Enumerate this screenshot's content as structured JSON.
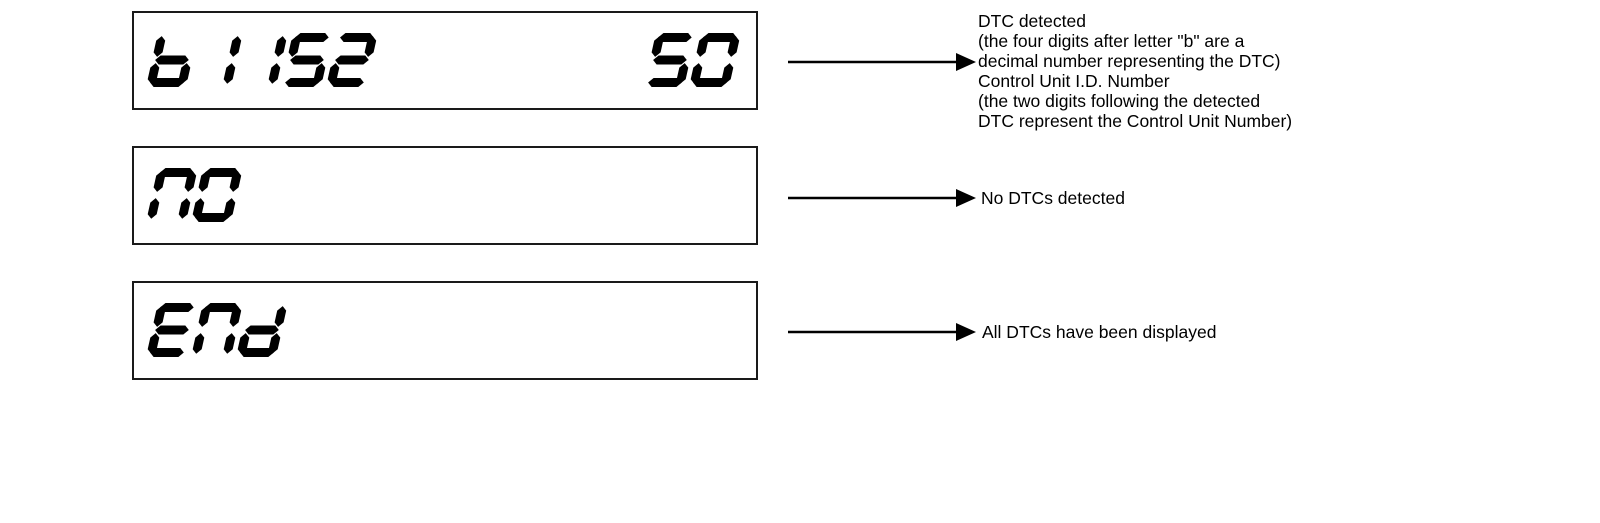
{
  "displays": [
    {
      "id": "dtc-detected",
      "left_text": "b1152",
      "right_text": "50",
      "caption_lines": [
        "DTC detected",
        "(the four digits after letter \"b\" are a",
        "decimal number representing the DTC)",
        "Control Unit I.D. Number",
        "(the two digits following the detected",
        "DTC represent the Control Unit Number)"
      ]
    },
    {
      "id": "no-dtcs",
      "left_text": "nO",
      "right_text": "",
      "caption_lines": [
        "No DTCs detected"
      ]
    },
    {
      "id": "end",
      "left_text": "End",
      "right_text": "",
      "caption_lines": [
        "All DTCs have been displayed"
      ]
    }
  ],
  "colors": {
    "ink": "#000000",
    "border": "#1a1a1a",
    "background": "#ffffff"
  }
}
